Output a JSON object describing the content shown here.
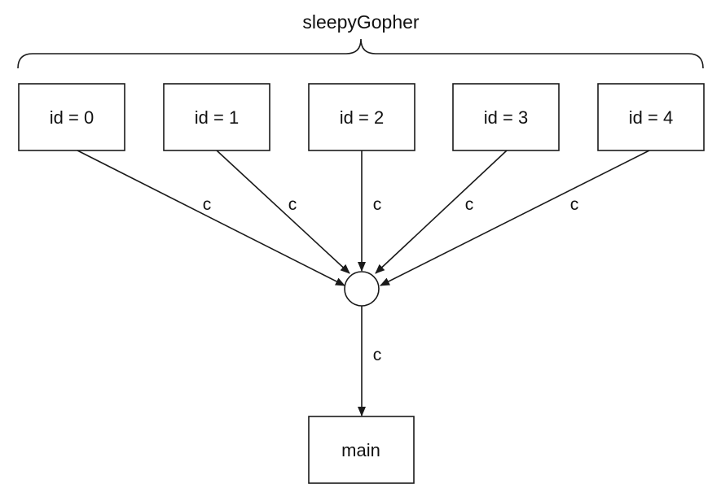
{
  "group": {
    "label": "sleepyGopher"
  },
  "gophers": [
    {
      "label": "id = 0",
      "edge_label": "c"
    },
    {
      "label": "id = 1",
      "edge_label": "c"
    },
    {
      "label": "id = 2",
      "edge_label": "c"
    },
    {
      "label": "id = 3",
      "edge_label": "c"
    },
    {
      "label": "id = 4",
      "edge_label": "c"
    }
  ],
  "main": {
    "label": "main",
    "edge_label": "c"
  }
}
